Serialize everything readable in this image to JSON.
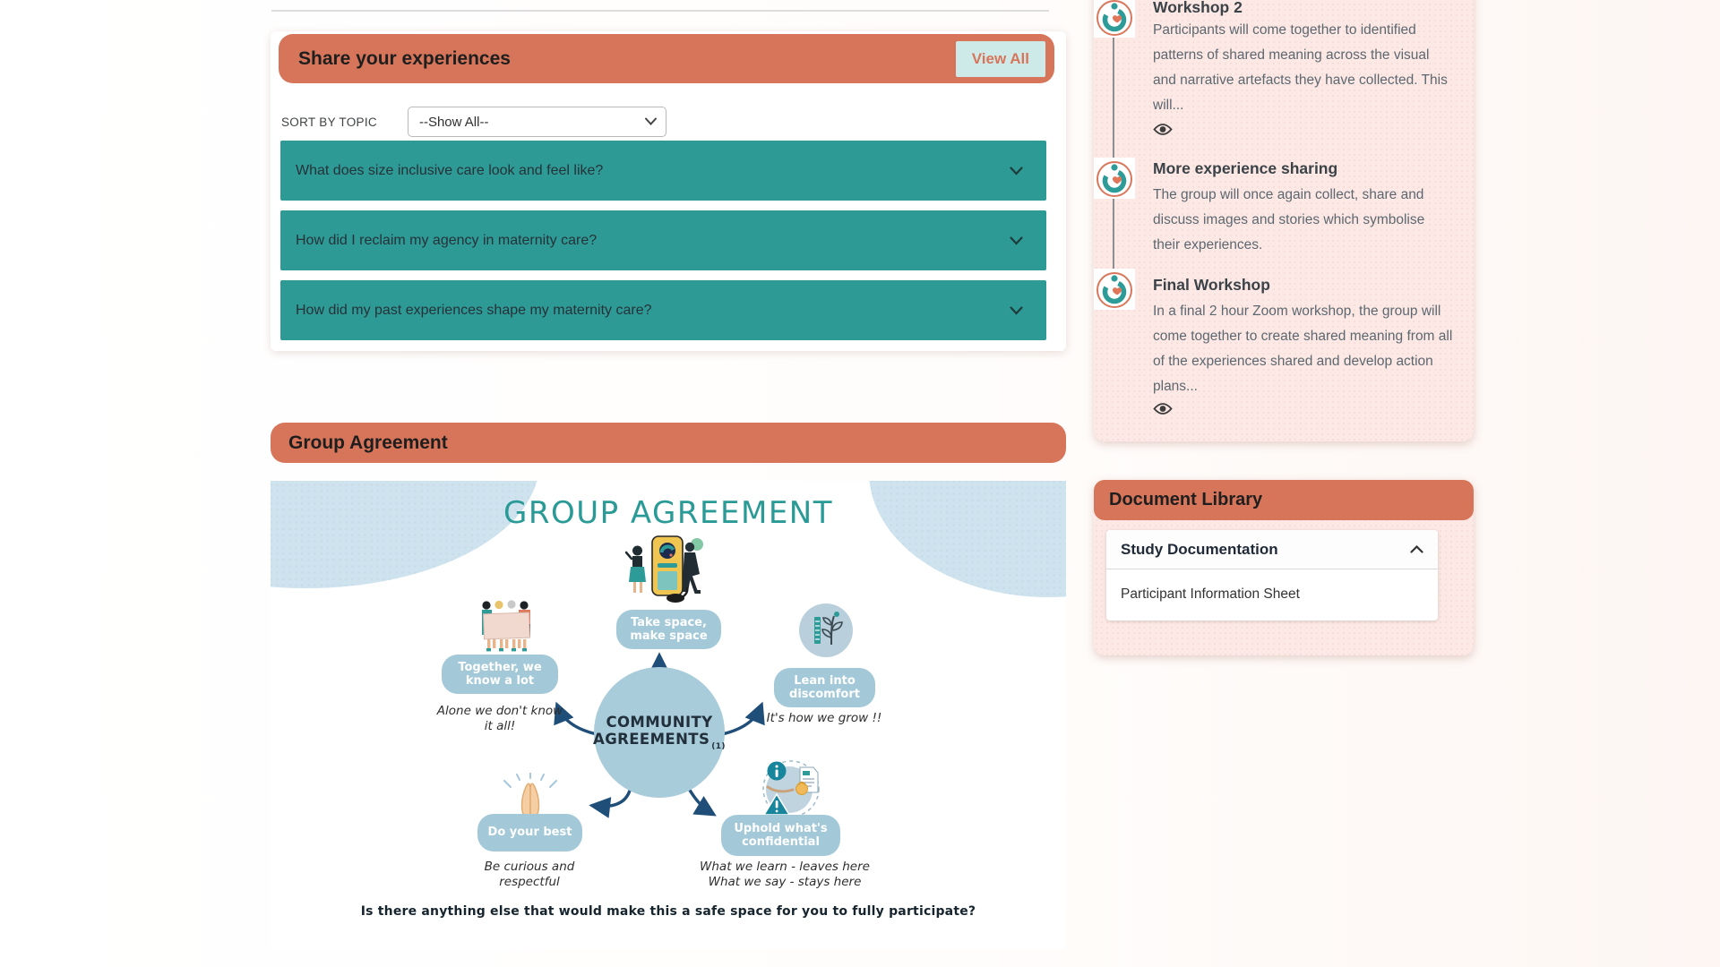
{
  "share": {
    "title": "Share your experiences",
    "view_all": "View All",
    "sort_label": "SORT BY TOPIC",
    "sort_value": "--Show All--",
    "questions": [
      "What does size inclusive care look and feel like?",
      "How did I reclaim my agency in maternity care?",
      "How did my past experiences shape my maternity care?"
    ]
  },
  "group_agreement": {
    "section_title": "Group Agreement",
    "poster_title": "GROUP AGREEMENT",
    "center_line1": "COMMUNITY",
    "center_line2": "AGREEMENTS",
    "center_ref": "(1)",
    "bubble_top": "Take space, make space",
    "bubble_left": "Together, we know a lot",
    "bubble_right": "Lean into discomfort",
    "bubble_bottom_left": "Do your best",
    "bubble_bottom_right": "Uphold what's confidential",
    "caption_left": "Alone we don't know it all!",
    "caption_right": "It's how we grow !!",
    "caption_bottom_left": "Be curious and respectful",
    "caption_bottom_right_1": "What we learn - leaves here",
    "caption_bottom_right_2": "What we say - stays here",
    "footer_question": "Is there anything else that would make this a safe space for you to fully participate?"
  },
  "timeline": {
    "items": [
      {
        "title": "Workshop 2",
        "text": "Participants will come together to identified patterns of shared meaning across the visual and narrative artefacts they have collected. This will..."
      },
      {
        "title": "More experience sharing",
        "text": "The group will once again collect, share and discuss images and stories which symbolise their experiences."
      },
      {
        "title": "Final Workshop",
        "text": "In a final 2 hour Zoom workshop, the group will come together to create shared meaning from all of the experiences shared and develop action plans..."
      }
    ]
  },
  "document_library": {
    "title": "Document Library",
    "category": "Study Documentation",
    "doc_1": "Participant Information Sheet"
  },
  "colors": {
    "accent_orange": "#d7755a",
    "teal": "#2e9a96",
    "view_all_bg": "#cdeae9",
    "sidebar_pink": "#fce9e5",
    "poster_blue": "#cfe3ef",
    "poster_bubble_blue": "#a3c9d8",
    "poster_navy": "#1f4e79",
    "poster_title_teal": "#2a9a96"
  }
}
